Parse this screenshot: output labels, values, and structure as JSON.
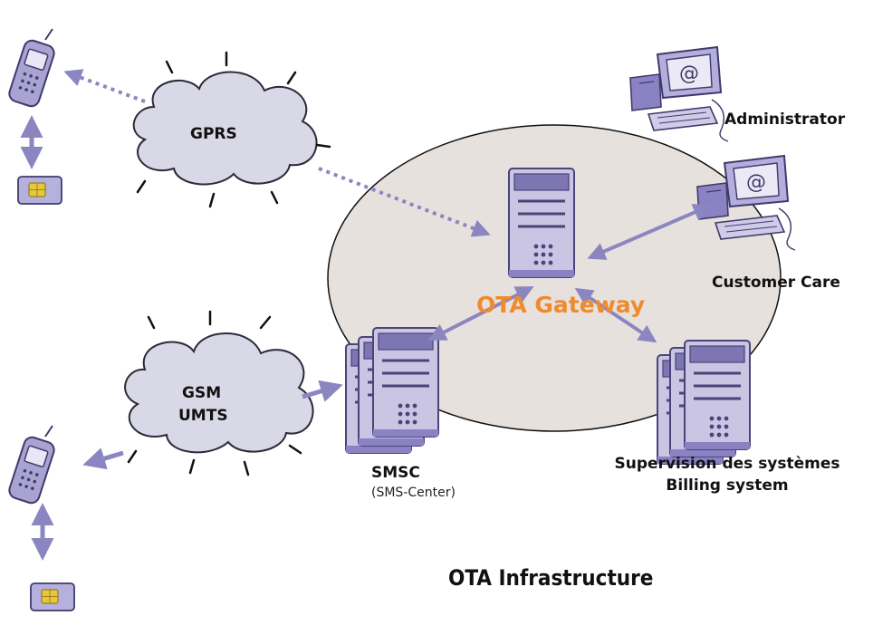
{
  "labels": {
    "gprs": "GPRS",
    "gsm_line1": "GSM",
    "gsm_line2": "UMTS",
    "ota_gateway": "OTA Gateway",
    "administrator": "Administrator",
    "customer_care": "Customer Care",
    "smsc": "SMSC",
    "smsc_sub": "(SMS-Center)",
    "supervision_line1": "Supervision des systèmes",
    "supervision_line2": "Billing system",
    "title": "OTA Infrastructure"
  },
  "colors": {
    "ellipse_fill": "#e7e1dd",
    "cloud_fill": "#d9d8e6",
    "arrow": "#8b86c0",
    "device": "#8a82c2",
    "device_dark": "#4a4478",
    "accent_orange": "#f08a2e",
    "chip": "#e6c83a"
  },
  "icons": [
    "mobile-phone-icon",
    "sim-card-icon",
    "cloud-icon",
    "server-icon",
    "server-cluster-icon",
    "computer-terminal-icon"
  ]
}
